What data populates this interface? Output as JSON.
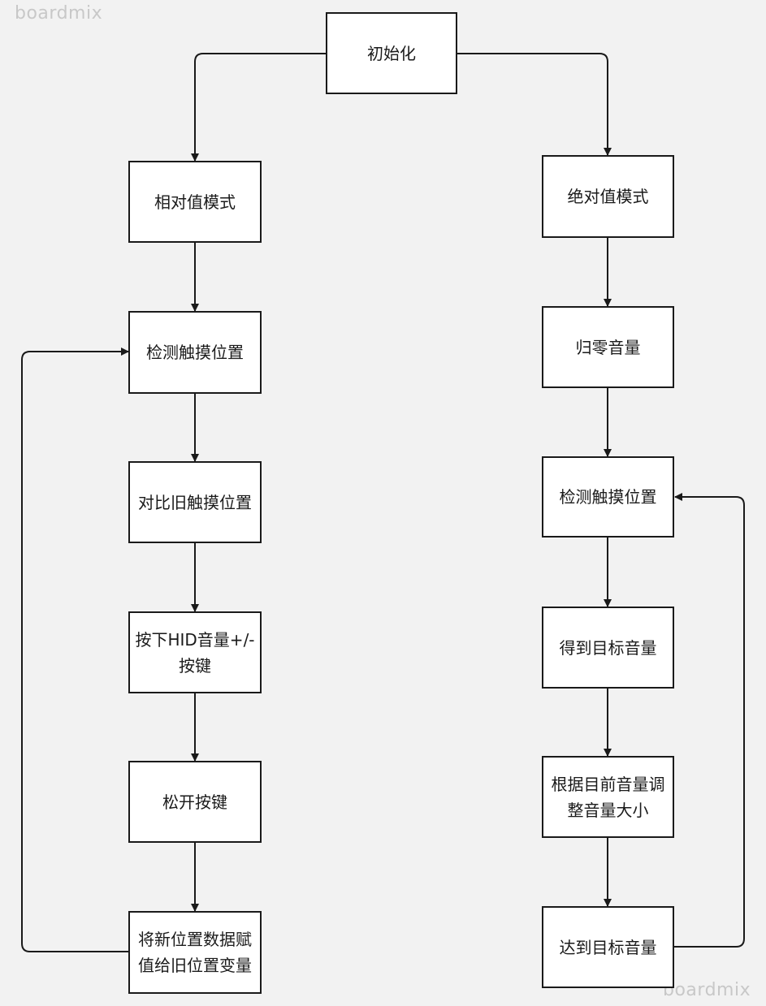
{
  "watermark": {
    "top": "boardmix",
    "bottom": "boardmix"
  },
  "nodes": {
    "init": "初始化",
    "relative_mode": "相对值模式",
    "rel_detect": "检测触摸位置",
    "rel_compare": "对比旧触摸位置",
    "rel_press": "按下HID音量+/-\n按键",
    "rel_release": "松开按键",
    "rel_assign": "将新位置数据赋\n值给旧位置变量",
    "absolute_mode": "绝对值模式",
    "abs_zero": "归零音量",
    "abs_detect": "检测触摸位置",
    "abs_target": "得到目标音量",
    "abs_adjust": "根据目前音量调\n整音量大小",
    "abs_reach": "达到目标音量"
  },
  "colors": {
    "stroke": "#1a1a1a",
    "background": "#f2f2f2",
    "node_fill": "#ffffff"
  }
}
